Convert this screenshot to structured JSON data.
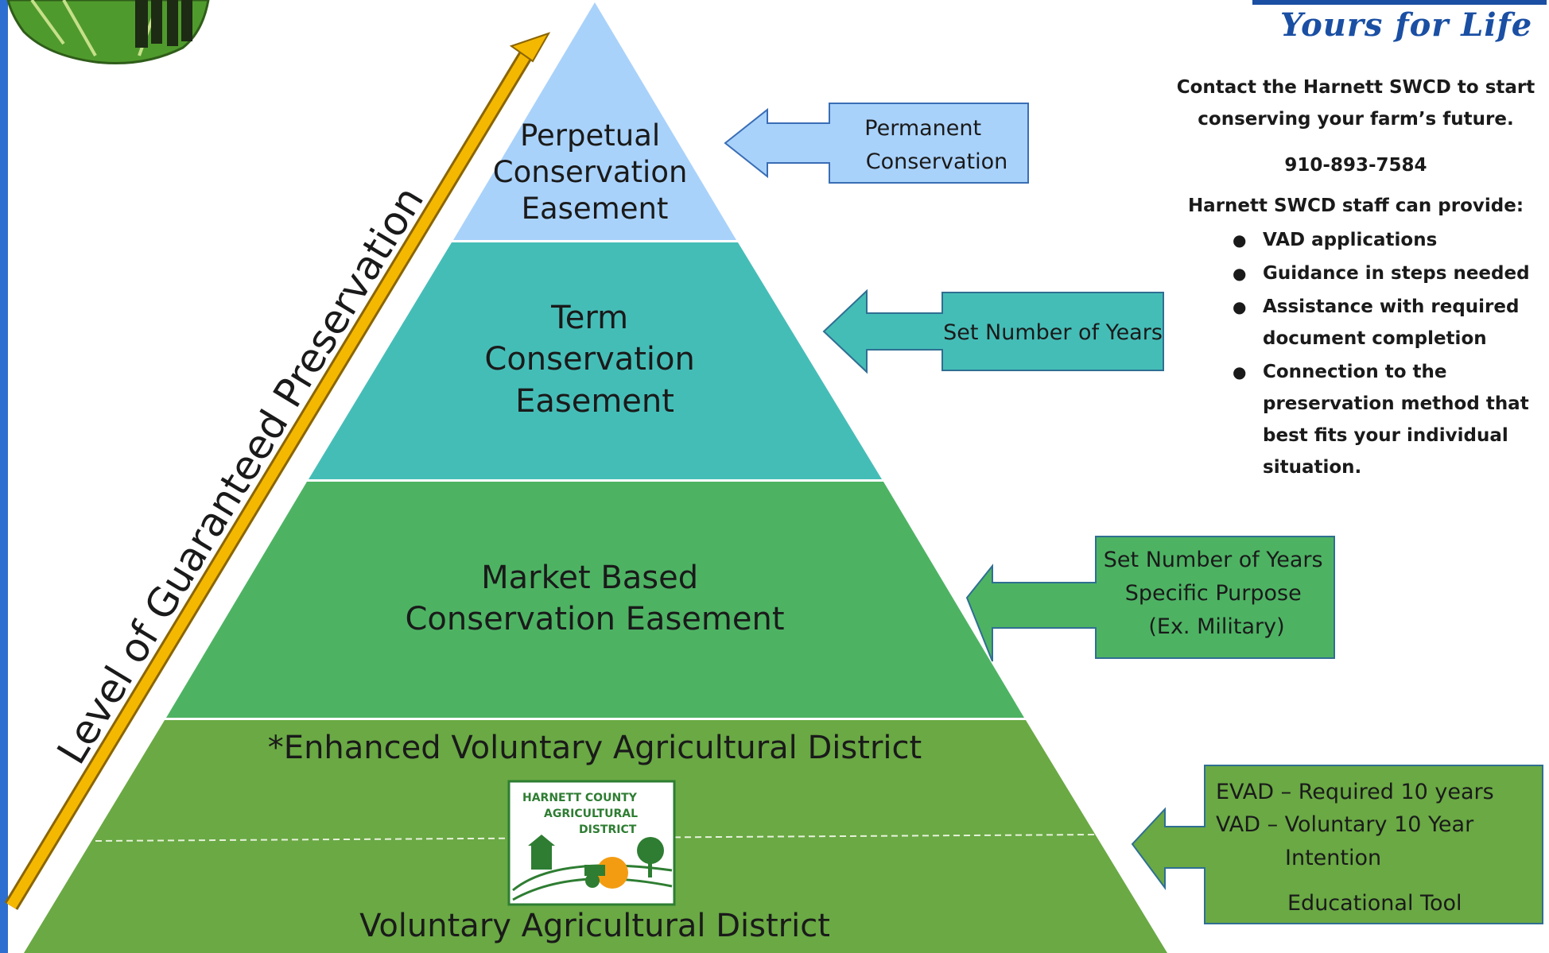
{
  "pyramid": {
    "levels": [
      {
        "label_lines": [
          "Perpetual",
          "Conservation",
          "Easement"
        ]
      },
      {
        "label_lines": [
          "Term",
          "Conservation",
          "Easement"
        ]
      },
      {
        "label_lines": [
          "Market Based",
          "Conservation Easement"
        ]
      },
      {
        "label_lines": [
          "*Enhanced Voluntary Agricultural District"
        ]
      },
      {
        "label_lines": [
          "Voluntary Agricultural District"
        ]
      }
    ]
  },
  "arrow_label": "Level of Guaranteed Preservation",
  "callouts": [
    {
      "lines": [
        "Permanent",
        "Conservation"
      ]
    },
    {
      "lines": [
        "Set Number of Years"
      ]
    },
    {
      "lines": [
        "Set Number of Years",
        "Specific Purpose",
        "(Ex. Military)"
      ]
    },
    {
      "lines": [
        "EVAD – Required 10 years",
        "VAD – Voluntary 10 Year",
        "Intention",
        "Educational Tool"
      ]
    }
  ],
  "sign": {
    "lines": [
      "HARNETT COUNTY",
      "AGRICULTURAL",
      "DISTRICT"
    ]
  },
  "logo_tagline": "Yours for Life",
  "side_panel": {
    "contact_line1": "Contact the Harnett SWCD to start",
    "contact_line2": "conserving your farm’s future.",
    "phone": "910-893-7584",
    "staff_title": "Harnett SWCD staff can provide:",
    "items": [
      "VAD applications",
      "Guidance in steps needed",
      "Assistance with required document completion",
      "Connection to the preservation method that best fits your individual situation."
    ]
  },
  "colors": {
    "level1": "#a9d2fb",
    "level2": "#45bdb7",
    "level3": "#4db363",
    "level4": "#6aa944",
    "arrow": "#f5b800",
    "callout1": "#a9d2fb",
    "callout2": "#45bdb7",
    "callout3": "#4db363",
    "callout4": "#6aa944"
  }
}
